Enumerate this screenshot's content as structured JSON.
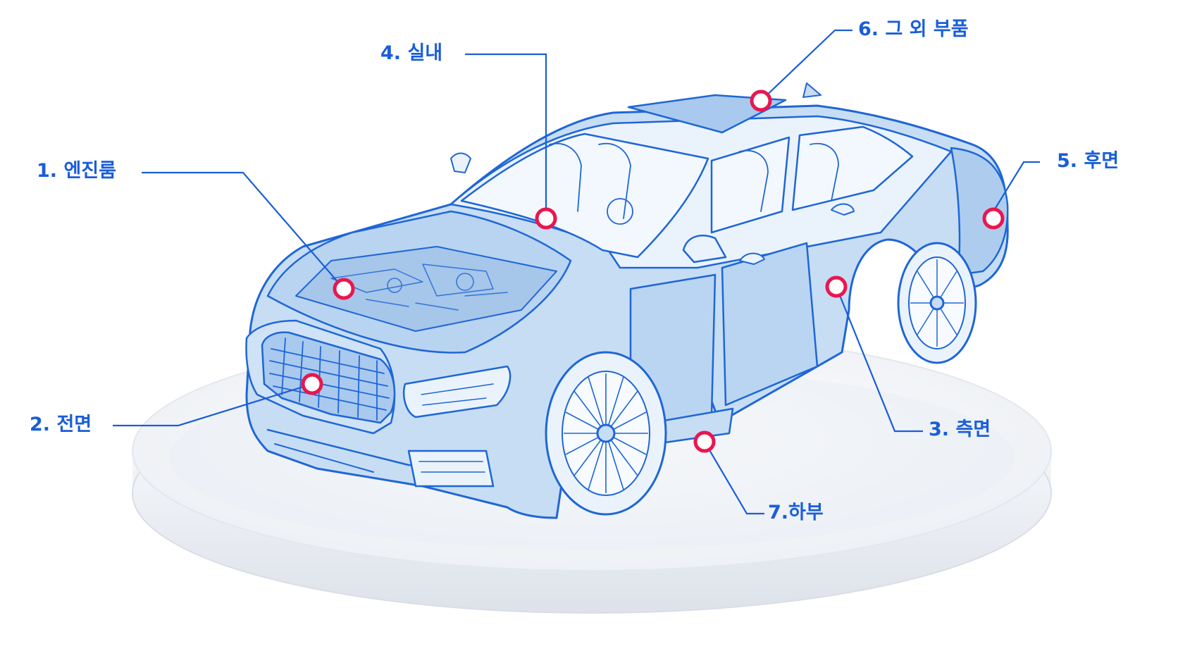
{
  "diagram": {
    "accent_color": "#1a5ed8",
    "hotspot_color": "#e8174f",
    "car_fill_color": "#bcd8f3",
    "platform_color": "#eef1f6",
    "parts": [
      {
        "id": "engine-room",
        "label": "1. 엔진룸"
      },
      {
        "id": "front",
        "label": "2. 전면"
      },
      {
        "id": "side",
        "label": "3. 측면"
      },
      {
        "id": "interior",
        "label": "4. 실내"
      },
      {
        "id": "rear",
        "label": "5. 후면"
      },
      {
        "id": "other-parts",
        "label": "6. 그 외 부품"
      },
      {
        "id": "underbody",
        "label": "7.하부"
      }
    ]
  }
}
